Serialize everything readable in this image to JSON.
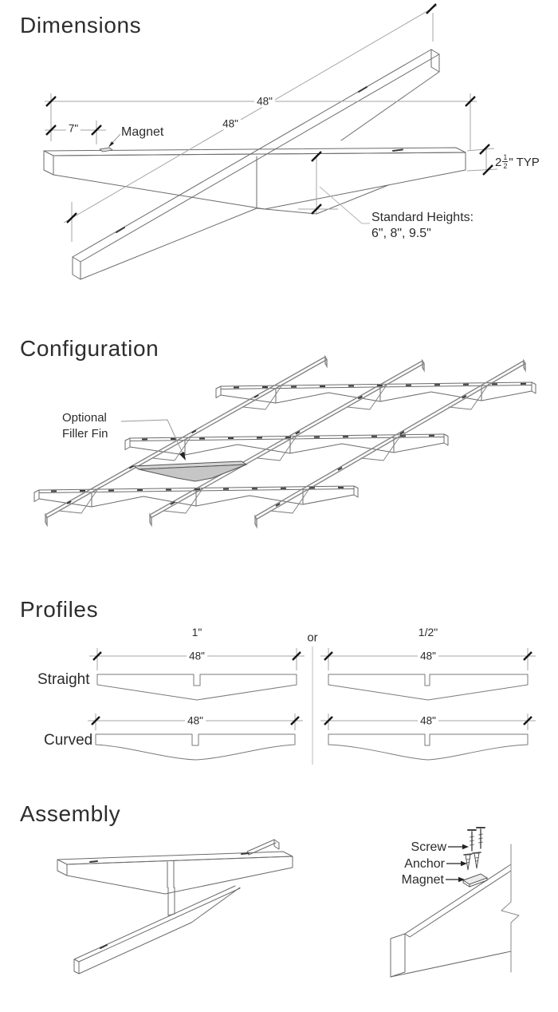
{
  "colors": {
    "text": "#2b2b2b",
    "line": "#6b6b6b",
    "dim_line": "#a6a6a6",
    "tick": "#151515",
    "filler_fill": "#c6c6c6"
  },
  "sections": {
    "dimensions": {
      "title": "Dimensions",
      "top_length": "48\"",
      "diagonal_length": "48\"",
      "magnet_offset": "7\"",
      "magnet_label": "Magnet",
      "thickness": {
        "whole": "2",
        "numerator": "1",
        "denominator": "2",
        "suffix": "\" TYP"
      },
      "heights_title": "Standard Heights:",
      "heights_values": "6\", 8\", 9.5\""
    },
    "configuration": {
      "title": "Configuration",
      "filler_line1": "Optional",
      "filler_line2": "Filler Fin"
    },
    "profiles": {
      "title": "Profiles",
      "column1_header": "1\"",
      "column2_header": "1/2\"",
      "or_label": "or",
      "row1_label": "Straight",
      "row2_label": "Curved",
      "length": "48\""
    },
    "assembly": {
      "title": "Assembly",
      "screw_label": "Screw",
      "anchor_label": "Anchor",
      "magnet_label": "Magnet"
    }
  }
}
